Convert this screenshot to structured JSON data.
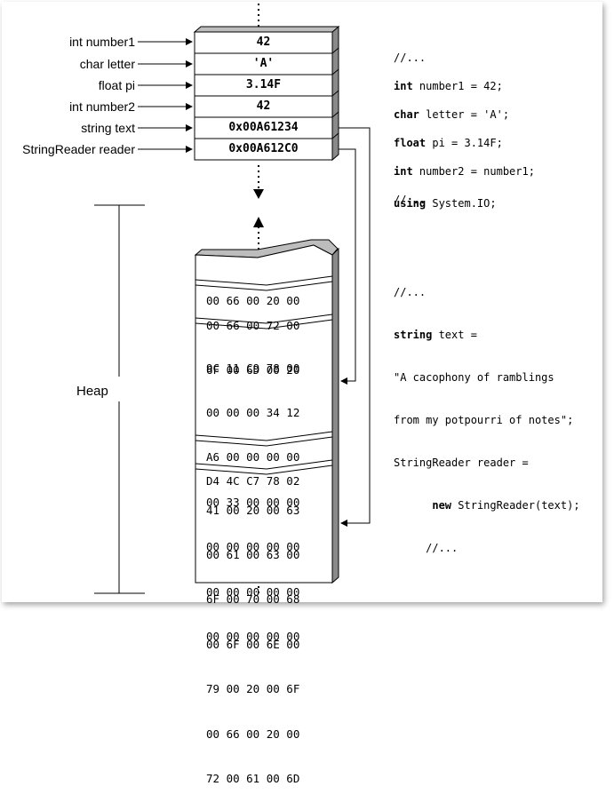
{
  "stack": {
    "rows": [
      {
        "label": "int number1",
        "value": "42"
      },
      {
        "label": "char letter",
        "value": "'A'"
      },
      {
        "label": "float pi",
        "value": "3.14F"
      },
      {
        "label": "int number2",
        "value": "42"
      },
      {
        "label": "string text",
        "value": "0x00A61234"
      },
      {
        "label": "StringReader reader",
        "value": "0x00A612C0"
      }
    ]
  },
  "code": {
    "block1": [
      "//...",
      "int number1 = 42;",
      "char letter = 'A';",
      "float pi = 3.14F;",
      "int number2 = number1;",
      "//..."
    ],
    "using": "using System.IO;",
    "block2": [
      "//...",
      "string text =",
      "\"A cacophony of ramblings",
      "from my potpourri of notes\";",
      "StringReader reader =",
      "    new StringReader(text);",
      "  //..."
    ]
  },
  "heap": {
    "label": "Heap",
    "blocks": [
      [
        "00 66 00 20 00"
      ],
      [
        "00 66 00 72 00",
        "6F 00 6D 00 20"
      ],
      [
        "9C 11 C9 78 00",
        "00 00 00 34 12",
        "A6 00 00 00 00",
        "00 33 00 00 00",
        "00 00 00 00 00",
        "00 00 00 00 00",
        "00 00 00 00 00"
      ],
      [
        "D4 4C C7 78 02"
      ],
      [
        "41 00 20 00 63",
        "00 61 00 63 00",
        "6F 00 70 00 68",
        "00 6F 00 6E 00",
        "79 00 20 00 6F",
        "00 66 00 20 00",
        "72 00 61 00 6D"
      ]
    ]
  }
}
